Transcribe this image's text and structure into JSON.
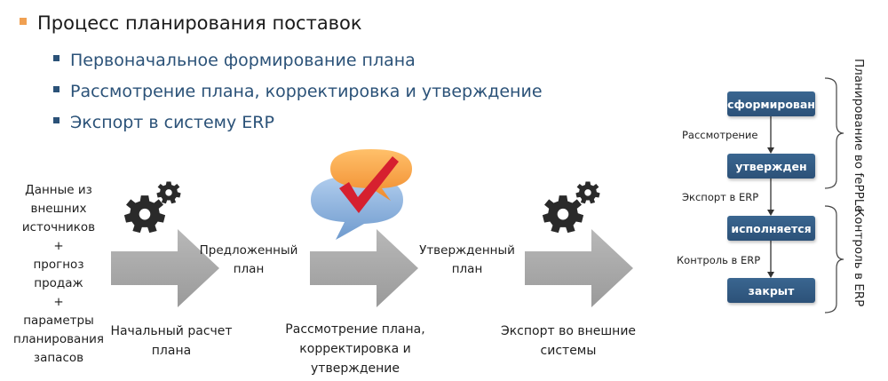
{
  "header": {
    "title": "Процесс планирования поставок",
    "items": [
      "Первоначальное формирование плана",
      "Рассмотрение плана, корректировка и утверждение",
      "Экспорт в систему ERP"
    ]
  },
  "flow": {
    "inputs": [
      "Данные из",
      "внешних",
      "источников",
      "+",
      "прогноз продаж",
      "+",
      "параметры",
      "планирования",
      "запасов"
    ],
    "steps": [
      {
        "label_lines": [
          "Начальный расчет",
          "плана"
        ]
      },
      {
        "label_lines": [
          "Рассмотрение плана,",
          "корректировка и утверждение"
        ]
      },
      {
        "label_lines": [
          "Экспорт во внешние",
          "системы"
        ]
      }
    ],
    "results": [
      {
        "lines": [
          "Предложенный",
          "план"
        ]
      },
      {
        "lines": [
          "Утвержденный",
          "план"
        ]
      }
    ]
  },
  "states": {
    "boxes": [
      "сформирован",
      "утвержден",
      "исполняется",
      "закрыт"
    ],
    "transitions": [
      "Рассмотрение",
      "Экспорт в ERP",
      "Контроль в ERP"
    ],
    "groups": [
      "Планирование во fePPLe",
      "Контроль в ERP"
    ]
  },
  "colors": {
    "accent_orange": "#f0a052",
    "heading_blue": "#2b5278",
    "state_box": "#2c5178",
    "arrow_gray": "#a9a9a9",
    "check_red": "#d6202f"
  }
}
